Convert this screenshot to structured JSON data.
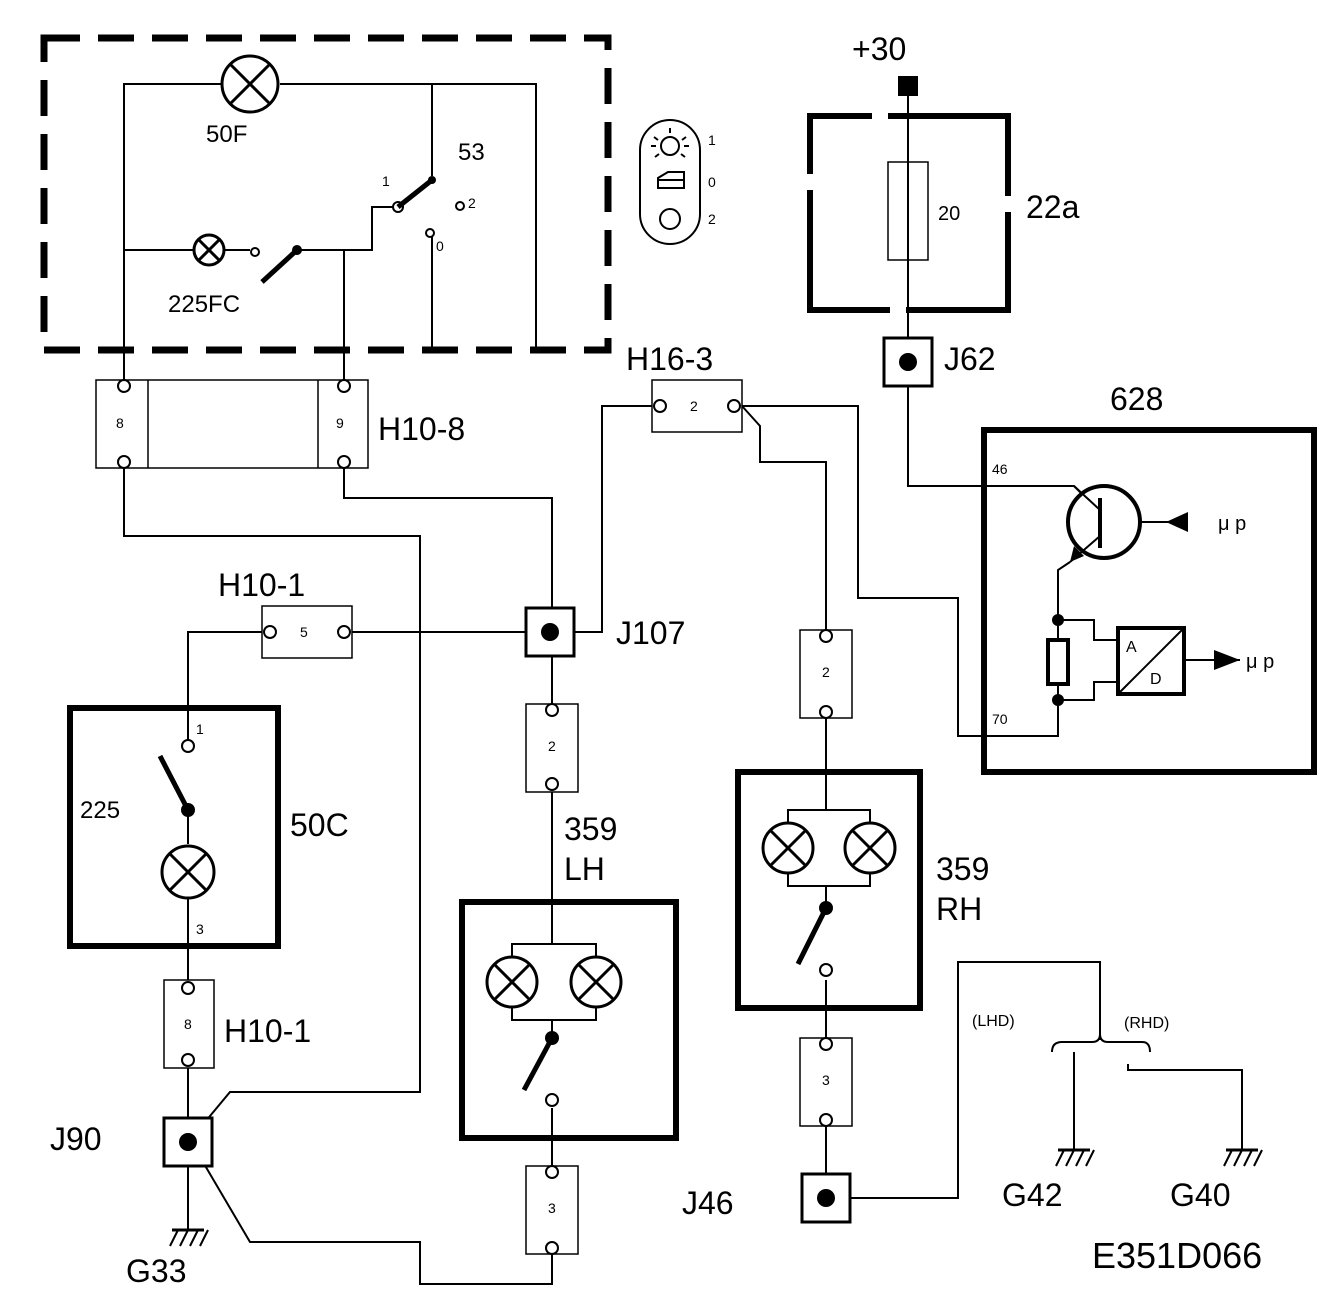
{
  "labels": {
    "plus30": "+30",
    "fuse_box": "22a",
    "fuse_value": "20",
    "j62": "J62",
    "ecu": "628",
    "ecu_pin_46": "46",
    "ecu_pin_70": "70",
    "mu_p_top": "μ p",
    "mu_p_bottom": "μ p",
    "adc_a": "A",
    "adc_d": "D",
    "lamp_50f": "50F",
    "switch_53": "53",
    "sw_pos_1": "1",
    "sw_pos_2": "2",
    "sw_pos_0": "0",
    "switch_225fc": "225FC",
    "h16_3": "H16-3",
    "h16_3_pin": "2",
    "h10_8": "H10-8",
    "h10_8_pin8": "8",
    "h10_8_pin9": "9",
    "h10_1_top": "H10-1",
    "h10_1_top_pin": "5",
    "j107": "J107",
    "module_225": "225",
    "module_50c": "50C",
    "pin_1": "1",
    "pin_3": "3",
    "h10_1_bottom": "H10-1",
    "h10_1_bottom_pin": "8",
    "j90": "J90",
    "g33": "G33",
    "lh_conn_top_pin": "2",
    "lh_line1": "359",
    "lh_line2": "LH",
    "lh_conn_bottom_pin": "3",
    "rh_conn_top_pin": "2",
    "rh_line1": "359",
    "rh_line2": "RH",
    "rh_conn_bottom_pin": "3",
    "j46": "J46",
    "lhd": "(LHD)",
    "rhd": "(RHD)",
    "g42": "G42",
    "g40": "G40",
    "icon_pos_1": "1",
    "icon_pos_0": "0",
    "icon_pos_2": "2",
    "diagram_code": "E351D066"
  },
  "icons": [
    "lamp-icon",
    "switch-icon",
    "ground-icon",
    "fuse-icon",
    "transistor-icon",
    "adc-icon",
    "light-switch-symbol-icon"
  ],
  "colors": {
    "ink": "#000000",
    "paper": "#ffffff"
  }
}
